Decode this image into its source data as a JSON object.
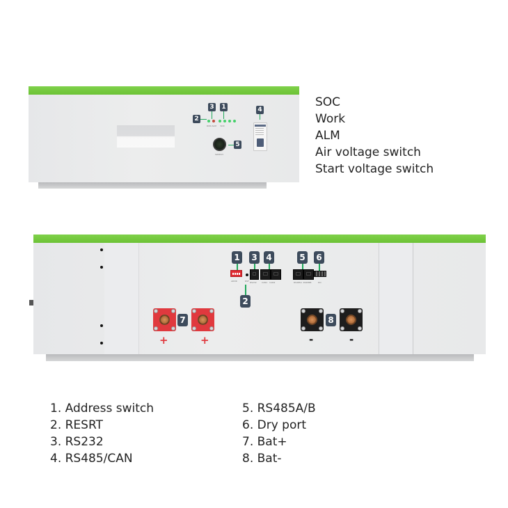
{
  "front_view": {
    "callouts": [
      {
        "num": "1",
        "target": "soc-leds"
      },
      {
        "num": "2",
        "target": "work-led"
      },
      {
        "num": "3",
        "target": "alm-led"
      },
      {
        "num": "4",
        "target": "air-switch"
      },
      {
        "num": "5",
        "target": "start-switch"
      }
    ],
    "legend": [
      "SOC",
      "Work",
      "ALM",
      "Air voltage switch",
      "Start voltage switch"
    ]
  },
  "rear_view": {
    "callouts": [
      {
        "num": "1",
        "target": "address-switch"
      },
      {
        "num": "2",
        "target": "reset-button"
      },
      {
        "num": "3",
        "target": "rs232-port"
      },
      {
        "num": "4",
        "target": "rs485-can-ports"
      },
      {
        "num": "5",
        "target": "rs485ab-ports"
      },
      {
        "num": "6",
        "target": "dry-port"
      },
      {
        "num": "7",
        "target": "bat-plus-terminals"
      },
      {
        "num": "8",
        "target": "bat-minus-terminals"
      }
    ],
    "plus_sign": "+",
    "minus_sign": "-"
  },
  "parts_list": {
    "left": [
      "1. Address switch",
      "2. RESRT",
      "3. RS232",
      "4. RS485/CAN"
    ],
    "right": [
      "5. RS485A/B",
      "6. Dry port",
      "7. Bat+",
      "8. Bat-"
    ]
  },
  "colors": {
    "accent_green": "#73c83c",
    "callout_badge": "#3d4b5c",
    "leader_line": "#1fa85a",
    "positive_terminal": "#e0393e",
    "negative_terminal": "#1d1d1d"
  }
}
